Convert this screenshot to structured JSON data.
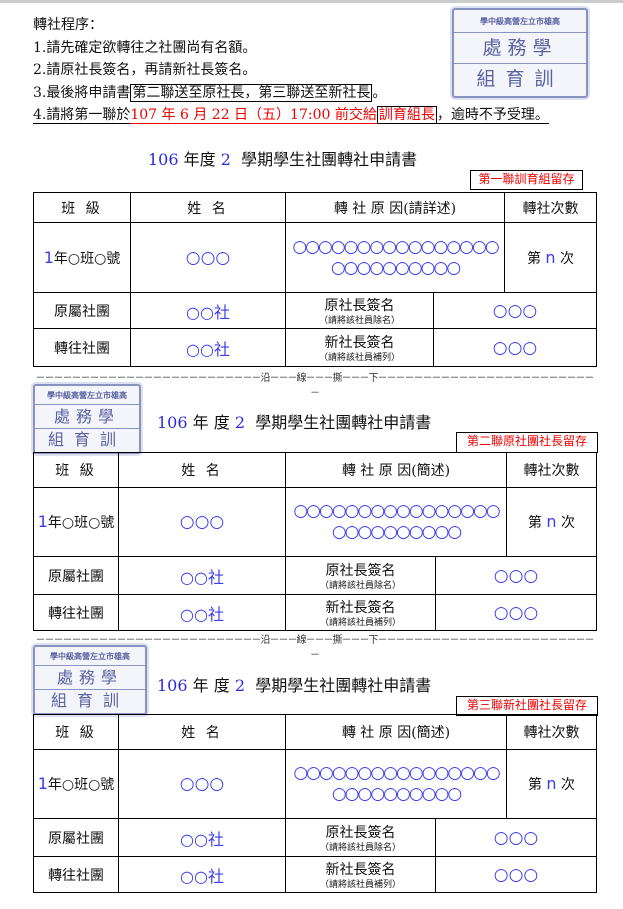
{
  "instructions": {
    "heading": "轉社程序：",
    "step1": "1.請先確定欲轉往之社團尚有名額。",
    "step2": "2.請原社長簽名，再請新社長簽名。",
    "step3_prefix": "3.最後將申請書",
    "step3_boxed": "第二聯送至原社長，第三聯送至新社長",
    "step3_suffix": "。",
    "step4_prefix": "4.請將第一聯於",
    "step4_deadline": "107 年 6 月 22 日（五）17:00 前交給",
    "step4_boxed": "訓育組長",
    "step4_suffix": "，逾時不予受理。"
  },
  "stamp": {
    "line1": "學中級高營左立市雄高",
    "line2": "處務學",
    "line3": "組育訓"
  },
  "tear_line": "－－－－－－－－－－－－－－－－－－－－－－－－－沿－－－線－－－撕－－－下－－－－－－－－－－－－－－－－－－－－－－－－－",
  "forms": [
    {
      "year": "106",
      "year_label": "年度",
      "term": "2",
      "title_rest": "學期學生社團轉社申請書",
      "copy_label": "第一聯訓育組留存",
      "headers": [
        "班 級",
        "姓 名",
        "轉 社 原 因(請詳述)",
        "轉社次數"
      ],
      "grade": "1",
      "class_text": "年○班○號",
      "name": "○○○",
      "reason_line1": "○○○○○○○○○○○○○○○○○○○○○○○○○○",
      "reason_line2": "",
      "count_prefix": "第",
      "count": "n",
      "count_suffix": "次",
      "orig_club_label": "原屬社團",
      "orig_club": "○○社",
      "orig_sign_label": "原社長簽名",
      "orig_sign_note": "（請將該社員除名）",
      "orig_sign": "○○○",
      "new_club_label": "轉往社團",
      "new_club": "○○社",
      "new_sign_label": "新社長簽名",
      "new_sign_note": "（請將該社員補列）",
      "new_sign": "○○○"
    },
    {
      "year": "106",
      "year_label": "年 度",
      "term": "2",
      "title_rest": "學期學生社團轉社申請書",
      "copy_label": "第二聯原社團社長留存",
      "headers": [
        "班 級",
        "姓 名",
        "轉 社 原 因(簡述)",
        "轉社次數"
      ],
      "grade": "1",
      "class_text": "年○班○號",
      "name": "○○○",
      "reason_line1": "○○○○○○○○○○○○○○○○○○○○○○○○○○",
      "reason_line2": "",
      "count_prefix": "第",
      "count": "n",
      "count_suffix": "次",
      "orig_club_label": "原屬社團",
      "orig_club": "○○社",
      "orig_sign_label": "原社長簽名",
      "orig_sign_note": "（請將該社員除名）",
      "orig_sign": "○○○",
      "new_club_label": "轉往社團",
      "new_club": "○○社",
      "new_sign_label": "新社長簽名",
      "new_sign_note": "（請將該社員補列）",
      "new_sign": "○○○"
    },
    {
      "year": "106",
      "year_label": "年 度",
      "term": "2",
      "title_rest": "學期學生社團轉社申請書",
      "copy_label": "第三聯新社團社長留存",
      "headers": [
        "班 級",
        "姓 名",
        "轉 社 原 因(簡述)",
        "轉社次數"
      ],
      "grade": "1",
      "class_text": "年○班○號",
      "name": "○○○",
      "reason_line1": "○○○○○○○○○○○○○○○○○○○○○○○○○○",
      "reason_line2": "",
      "count_prefix": "第",
      "count": "n",
      "count_suffix": "次",
      "orig_club_label": "原屬社團",
      "orig_club": "○○社",
      "orig_sign_label": "原社長簽名",
      "orig_sign_note": "（請將該社員除名）",
      "orig_sign": "○○○",
      "new_club_label": "轉往社團",
      "new_club": "○○社",
      "new_sign_label": "新社長簽名",
      "new_sign_note": "（請將該社員補列）",
      "new_sign": "○○○"
    }
  ]
}
